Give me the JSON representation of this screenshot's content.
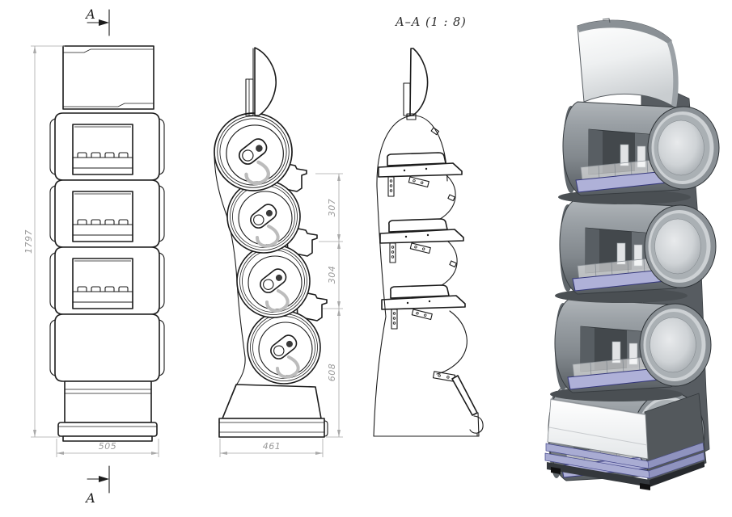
{
  "drawing": {
    "background": "#ffffff",
    "front_view": {
      "cut_label_top": "A",
      "cut_label_bottom": "A",
      "dim_overall_height": "1797",
      "dim_overall_width": "505"
    },
    "side_view": {
      "dim_shelf_pitch_1": "307",
      "dim_shelf_pitch_2": "304",
      "dim_lower_section": "608",
      "dim_base_width": "461"
    },
    "section_view": {
      "title": "A–A  (1 : 8)"
    },
    "colors": {
      "line": "#1c1c1c",
      "dim_line": "#a9a9a9",
      "dim_text": "#9a9a9a",
      "render_body": "#82888d",
      "render_body_dark": "#565c61",
      "render_interior": "#43484c",
      "render_cap": "#cfd3d6",
      "render_header": "#f2f3f4",
      "render_shelf_strip": "#afb1d8",
      "render_base": "#fbfcfc",
      "render_back_panel": "#575c61"
    }
  }
}
